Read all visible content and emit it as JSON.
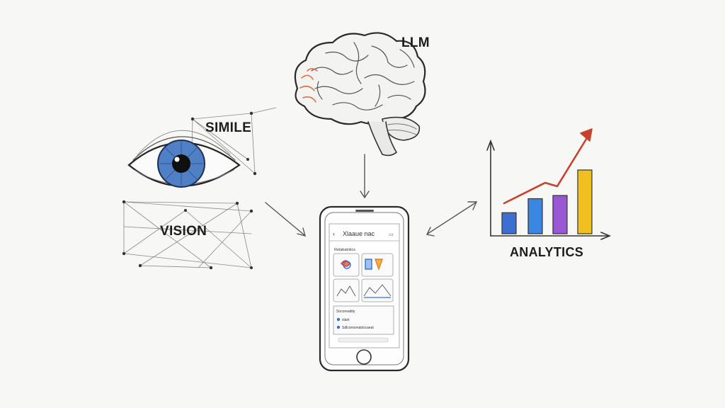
{
  "labels": {
    "llm": "LLM",
    "simile": "SIMILE",
    "vision": "VISION",
    "analytics": "ANALYTICS"
  },
  "phone": {
    "header": "Xlaaue nac",
    "section_top": "Relabatolics",
    "section_bottom": "Socoreadity",
    "list_item_1": "slant",
    "list_item_2": "Sdlcomomaticicaeat"
  },
  "colors": {
    "iris": "#4f7fc4",
    "brain_accent": "#e07040",
    "arrow_red": "#c8412e",
    "bar_blue_1": "#3d6fd0",
    "bar_blue_2": "#3a86e0",
    "bar_purple": "#9a55d4",
    "bar_yellow": "#f0c020"
  },
  "analytics_chart": {
    "bars_relative_heights": [
      0.33,
      0.55,
      0.6,
      1.0
    ],
    "bar_color_keys": [
      "bar_blue_1",
      "bar_blue_2",
      "bar_purple",
      "bar_yellow"
    ]
  },
  "icons": [
    "eye-icon",
    "brain-icon",
    "phone-icon",
    "bar-chart-icon",
    "trend-arrow-icon"
  ]
}
